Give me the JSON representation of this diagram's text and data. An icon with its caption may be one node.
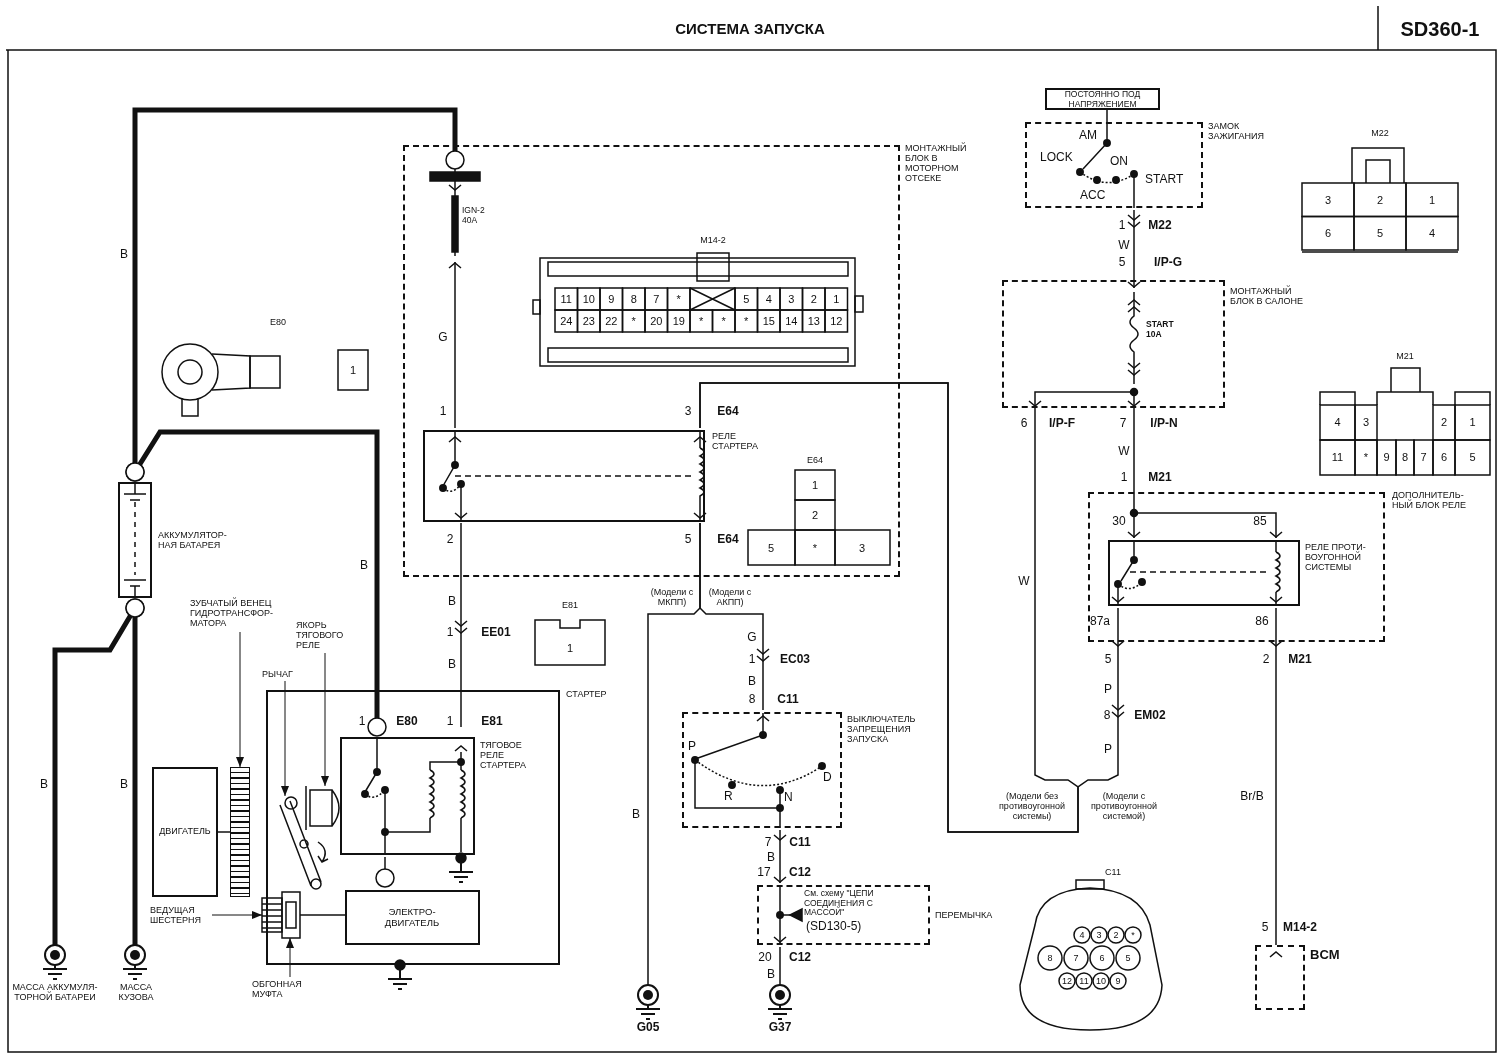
{
  "diagram": {
    "title": "СИСТЕМА ЗАПУСКА",
    "nodes": [
      {
        "text": [
          "МОНТАЖНЫЙ БЛОК В МОТОРНОМ ОТСЕКЕ"
        ]
      },
      {
        "text": [
          "IGN-2 40A"
        ],
        "in": 0
      },
      {
        "text": [
          "РЕЛЕ СТАРТЕРА"
        ],
        "in": 0
      },
      {
        "text": [
          "AM",
          "ЗАМОК ЗАЖИГАНИЯ",
          "LOCK",
          "ON",
          "START",
          "ACC"
        ]
      },
      {
        "text": [
          "ПОСТОЯННО ПОД НАПРЯЖЕНИЕМ"
        ]
      },
      {
        "text": [
          "МОНТАЖНЫЙ БЛОК В САЛОНЕ"
        ]
      },
      {
        "text": [
          "START 10A"
        ],
        "in": 5
      },
      {
        "text": [
          "ДОПОЛНИТЕЛЬ- НЫЙ БЛОК РЕЛЕ"
        ]
      },
      {
        "text": [
          "РЕЛЕ ПРОТИ- ВОУГОННОЙ СИСТЕМЫ"
        ],
        "in": 7
      },
      {
        "text": [
          "BCM"
        ]
      },
      {
        "text": [
          "АККУМУЛЯТОР- НАЯ БАТАРЕЯ"
        ]
      },
      {
        "text": [
          "МАССА АККУМУЛЯ- ТОРНОЙ БАТАРЕИ"
        ]
      },
      {
        "text": [
          "МАССА КУЗОВА"
        ]
      },
      {
        "text": [
          "СТАРТЕР"
        ]
      },
      {
        "text": [
          "ТЯГОВОЕ РЕЛЕ СТАРТЕРА"
        ],
        "in": 13
      },
      {
        "text": [
          "ЭЛЕКТРО- ДВИГАТЕЛЬ"
        ],
        "in": 13
      },
      {
        "text": [
          "ДВИГАТЕЛЬ"
        ]
      },
      {
        "text": [
          "ВЫКЛЮЧАТЕЛЬ ЗАПРЕЩЕНИЯ ЗАПУСКА",
          "P",
          "R",
          "N",
          "D"
        ]
      },
      {
        "text": [
          "См. схему \"ЦЕПИ СОЕДИНЕНИЯ С МАССОЙ\"",
          "ПЕРЕМЫЧКА",
          "(SD130-5)"
        ]
      },
      {
        "text": [
          "G05"
        ]
      },
      {
        "text": [
          "G37"
        ]
      },
      {
        "text": [
          "ЗУБЧАТЫЙ ВЕНЕЦ ГИДРОТРАНСФОР- МАТОРА"
        ]
      },
      {
        "text": [
          "ЯКОРЬ ТЯГОВОГО РЕЛЕ"
        ]
      },
      {
        "text": [
          "РЫЧАГ"
        ]
      },
      {
        "text": [
          "ВЕДУЩАЯ ШЕСТЕРНЯ"
        ]
      },
      {
        "text": [
          "ОБГОННАЯ МУФТА"
        ]
      },
      {
        "text": [],
        "shape": "bar"
      },
      {
        "text": [],
        "shape": "picture",
        "in": 13
      },
      {
        "text": [],
        "shape": "picture",
        "in": 13
      },
      {
        "text": [],
        "shape": "picture",
        "in": 13
      },
      {
        "text": [],
        "shape": "picture",
        "in": 13
      }
    ],
    "edges": [
      {
        "from": 10,
        "to": 1,
        "arrow": "other",
        "style": "thick"
      },
      {
        "from": 10,
        "to": 14,
        "arrow": "other",
        "style": "thick"
      },
      {
        "from": 10,
        "to": 11,
        "arrow": "other",
        "style": "thick"
      },
      {
        "from": 10,
        "to": 12,
        "arrow": "other",
        "style": "thick"
      },
      {
        "from": 2,
        "to": 1,
        "arrow": "to"
      },
      {
        "from": 2,
        "to": 14,
        "arrow": "to"
      },
      {
        "from": 6,
        "to": 2,
        "arrow": "to"
      },
      {
        "from": 8,
        "to": 2,
        "arrow": "to"
      },
      {
        "from": 2,
        "to": 17,
        "arrow": "to"
      },
      {
        "from": 2,
        "to": 19,
        "arrow": "other"
      },
      {
        "from": 17,
        "to": 18,
        "arrow": "to"
      },
      {
        "from": 18,
        "to": 20,
        "arrow": "other"
      },
      {
        "from": 4,
        "to": 3,
        "arrow": "none"
      },
      {
        "from": 3,
        "to": 6,
        "arrow": "to"
      },
      {
        "from": 6,
        "to": 8,
        "arrow": "to"
      },
      {
        "from": 8,
        "to": 9,
        "arrow": "to"
      },
      {
        "from": 14,
        "to": 15,
        "arrow": "other"
      },
      {
        "from": 16,
        "to": 26,
        "arrow": "none"
      },
      {
        "from": 21,
        "to": 26,
        "arrow": "to"
      },
      {
        "from": 22,
        "to": 27,
        "arrow": "to"
      },
      {
        "from": 23,
        "to": 28,
        "arrow": "to"
      },
      {
        "from": 24,
        "to": 29,
        "arrow": "to"
      },
      {
        "from": 25,
        "to": 30,
        "arrow": "to"
      },
      {
        "from": 30,
        "to": 15,
        "arrow": "none"
      }
    ],
    "labels": [
      "SD360-1",
      "M22",
      "3",
      "2",
      "1",
      "6",
      "5",
      "4",
      "B",
      "E80",
      "1",
      "G",
      "M14-2",
      "11",
      "10",
      "9",
      "8",
      "7",
      "*",
      "5",
      "4",
      "3",
      "2",
      "1",
      "24",
      "23",
      "22",
      "*",
      "20",
      "19",
      "*",
      "*",
      "*",
      "15",
      "14",
      "13",
      "12",
      "M21",
      "4",
      "3",
      "2",
      "1",
      "11",
      "*",
      "9",
      "8",
      "7",
      "6",
      "5",
      "1",
      "3",
      "E64",
      "E64",
      "1",
      "2",
      "5",
      "*",
      "3",
      "2",
      "5",
      "E64",
      "B",
      "B",
      "1",
      "EE01",
      "B",
      "E81",
      "1",
      "(Модели с МКПП)",
      "(Модели с АКПП)",
      "G",
      "1",
      "EC03",
      "B",
      "8",
      "C11",
      "1",
      "E80",
      "1",
      "E81",
      "B",
      "B",
      "B",
      "7",
      "C11",
      "B",
      "17",
      "C12",
      "20",
      "C12",
      "B",
      "1",
      "M22",
      "W",
      "5",
      "I/P-G",
      "6",
      "I/P-F",
      "7",
      "I/P-N",
      "W",
      "1",
      "M21",
      "30",
      "85",
      "87a",
      "86",
      "5",
      "2",
      "M21",
      "W",
      "P",
      "8",
      "EM02",
      "P",
      "(Модели без противоугонной системы)",
      "(Модели с противоугонной системой)",
      "Br/B",
      "C11",
      "4",
      "3",
      "2",
      "*",
      "8",
      "7",
      "6",
      "5",
      "12",
      "11",
      "10",
      "9",
      "5",
      "M14-2"
    ]
  }
}
